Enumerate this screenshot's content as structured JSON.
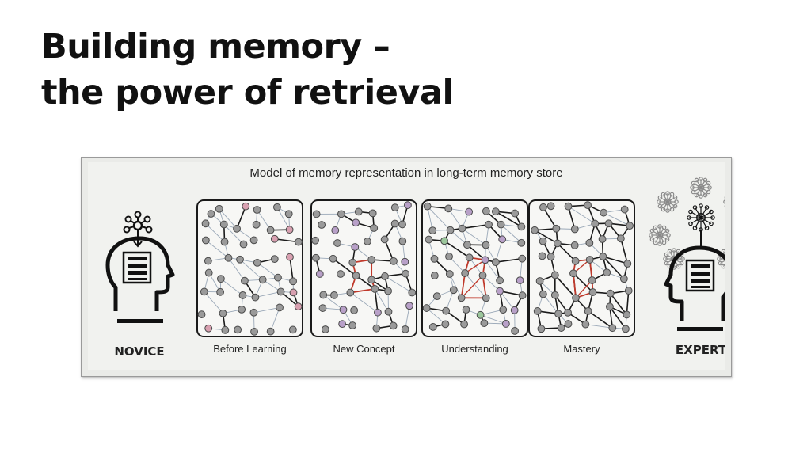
{
  "slide": {
    "title_line1": "Building memory –",
    "title_line2": "the power of retrieval"
  },
  "figure": {
    "title": "Model of memory representation in long-term memory store",
    "left_figure_label": "NOVICE",
    "right_figure_label": "EXPERT",
    "panels": [
      {
        "label": "Before Learning",
        "density": 0.25,
        "highlight": "none"
      },
      {
        "label": "New Concept",
        "density": 0.45,
        "highlight": "new"
      },
      {
        "label": "Understanding",
        "density": 0.7,
        "highlight": "partial"
      },
      {
        "label": "Mastery",
        "density": 0.95,
        "highlight": "full"
      }
    ],
    "colors": {
      "node": "#9a9a9a",
      "node_stroke": "#4a4a4a",
      "edge_weak": "#9aa8b8",
      "edge_strong": "#1a1a1a",
      "highlight": "#c0392b",
      "faint_node": "#d8a0b0",
      "green_node": "#9cc79c",
      "purple_node": "#b8a0c8"
    },
    "icons": {
      "novice": "head-with-list-icon",
      "expert": "head-with-list-icon"
    }
  }
}
